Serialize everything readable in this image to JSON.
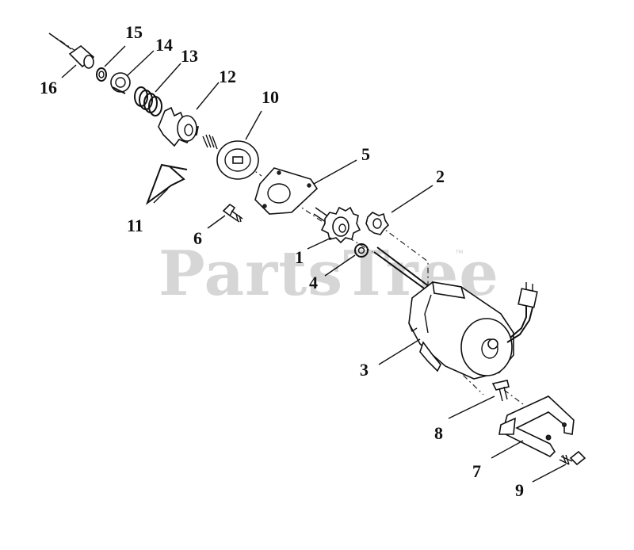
{
  "watermark": {
    "text": "PartsTree",
    "tm": "™"
  },
  "callouts": [
    {
      "id": "1",
      "label": "1"
    },
    {
      "id": "2",
      "label": "2"
    },
    {
      "id": "3",
      "label": "3"
    },
    {
      "id": "4",
      "label": "4"
    },
    {
      "id": "5",
      "label": "5"
    },
    {
      "id": "6",
      "label": "6"
    },
    {
      "id": "7",
      "label": "7"
    },
    {
      "id": "8",
      "label": "8"
    },
    {
      "id": "9",
      "label": "9"
    },
    {
      "id": "10",
      "label": "10"
    },
    {
      "id": "11",
      "label": "11"
    },
    {
      "id": "12",
      "label": "12"
    },
    {
      "id": "13",
      "label": "13"
    },
    {
      "id": "14",
      "label": "14"
    },
    {
      "id": "15",
      "label": "15"
    },
    {
      "id": "16",
      "label": "16"
    }
  ]
}
